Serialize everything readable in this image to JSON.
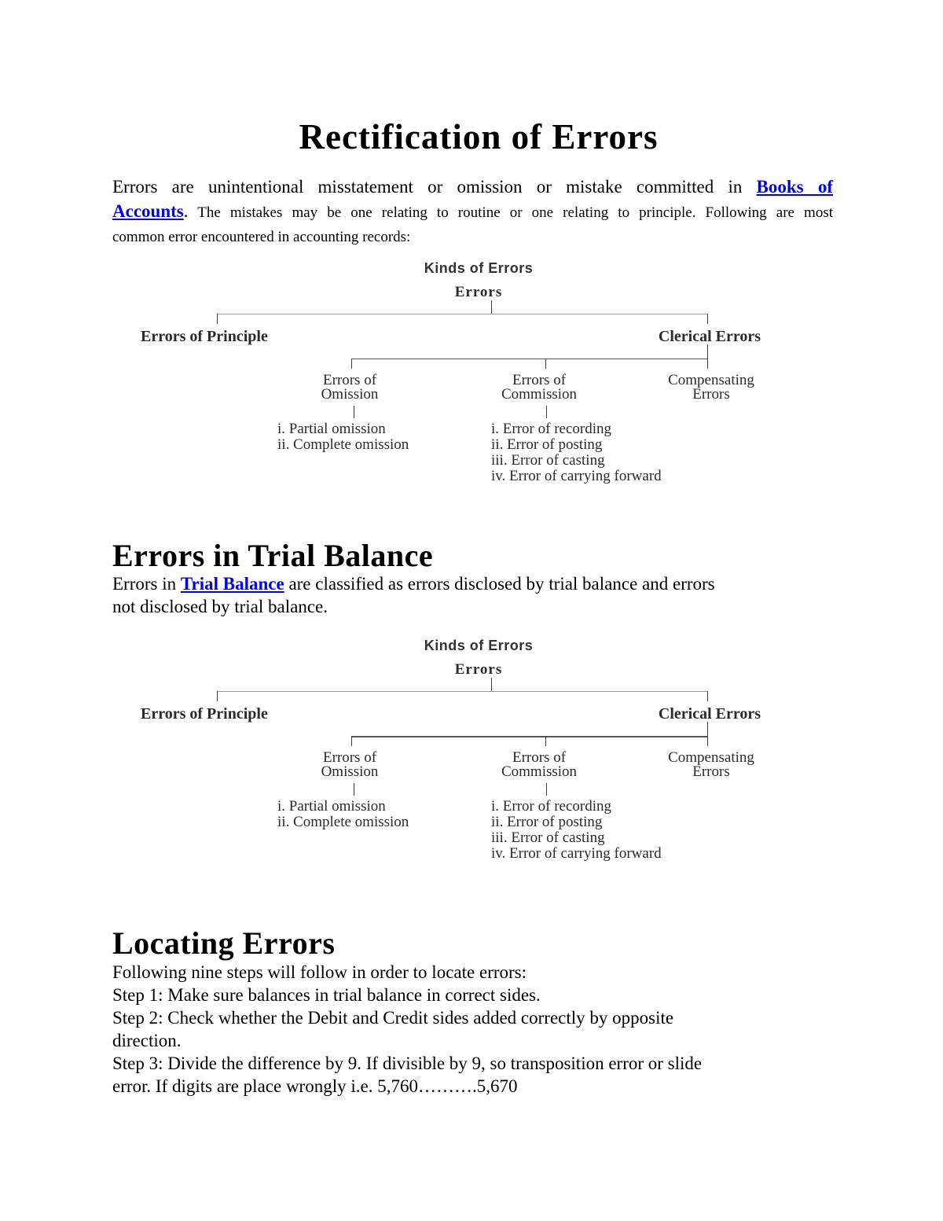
{
  "colors": {
    "link": "#0000ee",
    "text": "#000000",
    "diagram_text": "#2b2b2b"
  },
  "title": "Rectification of Errors",
  "intro": {
    "line1_text": "Errors are unintentional misstatement or omission or mistake committed in ",
    "link_part1": "Books of",
    "link_part2": "Accounts",
    "line2_dot": ".",
    "line2_rest": " The mistakes may be one relating to routine or one relating to principle. Following are most",
    "line3": "common error encountered in accounting records:"
  },
  "diagram": {
    "title": "Kinds of Errors",
    "root": "Errors",
    "level1": [
      "Errors of Principle",
      "Clerical Errors"
    ],
    "level2": [
      [
        "Errors of",
        "Omission"
      ],
      [
        "Errors of",
        "Commission"
      ],
      [
        "Compensating",
        "Errors"
      ]
    ],
    "omission_items": [
      "i. Partial omission",
      "ii. Complete omission"
    ],
    "commission_items": [
      "i. Error of recording",
      "ii. Error of posting",
      "iii. Error of casting",
      "iv. Error of carrying forward"
    ]
  },
  "section_trial": {
    "heading": "Errors in Trial Balance",
    "line1_pre": "Errors in ",
    "link": "Trial Balance",
    "line1_post": " are classified as errors disclosed by trial balance and errors",
    "line2": "not disclosed by trial balance."
  },
  "section_locating": {
    "heading": "Locating Errors",
    "lines": [
      "Following nine steps will follow in order to locate errors:",
      "Step 1: Make sure balances in trial balance in correct sides.",
      "Step 2: Check whether the Debit and Credit sides added correctly by opposite",
      "direction.",
      "Step 3: Divide the difference by 9. If divisible by 9, so transposition error or slide",
      "error. If digits are place wrongly i.e. 5,760……….5,670"
    ]
  }
}
